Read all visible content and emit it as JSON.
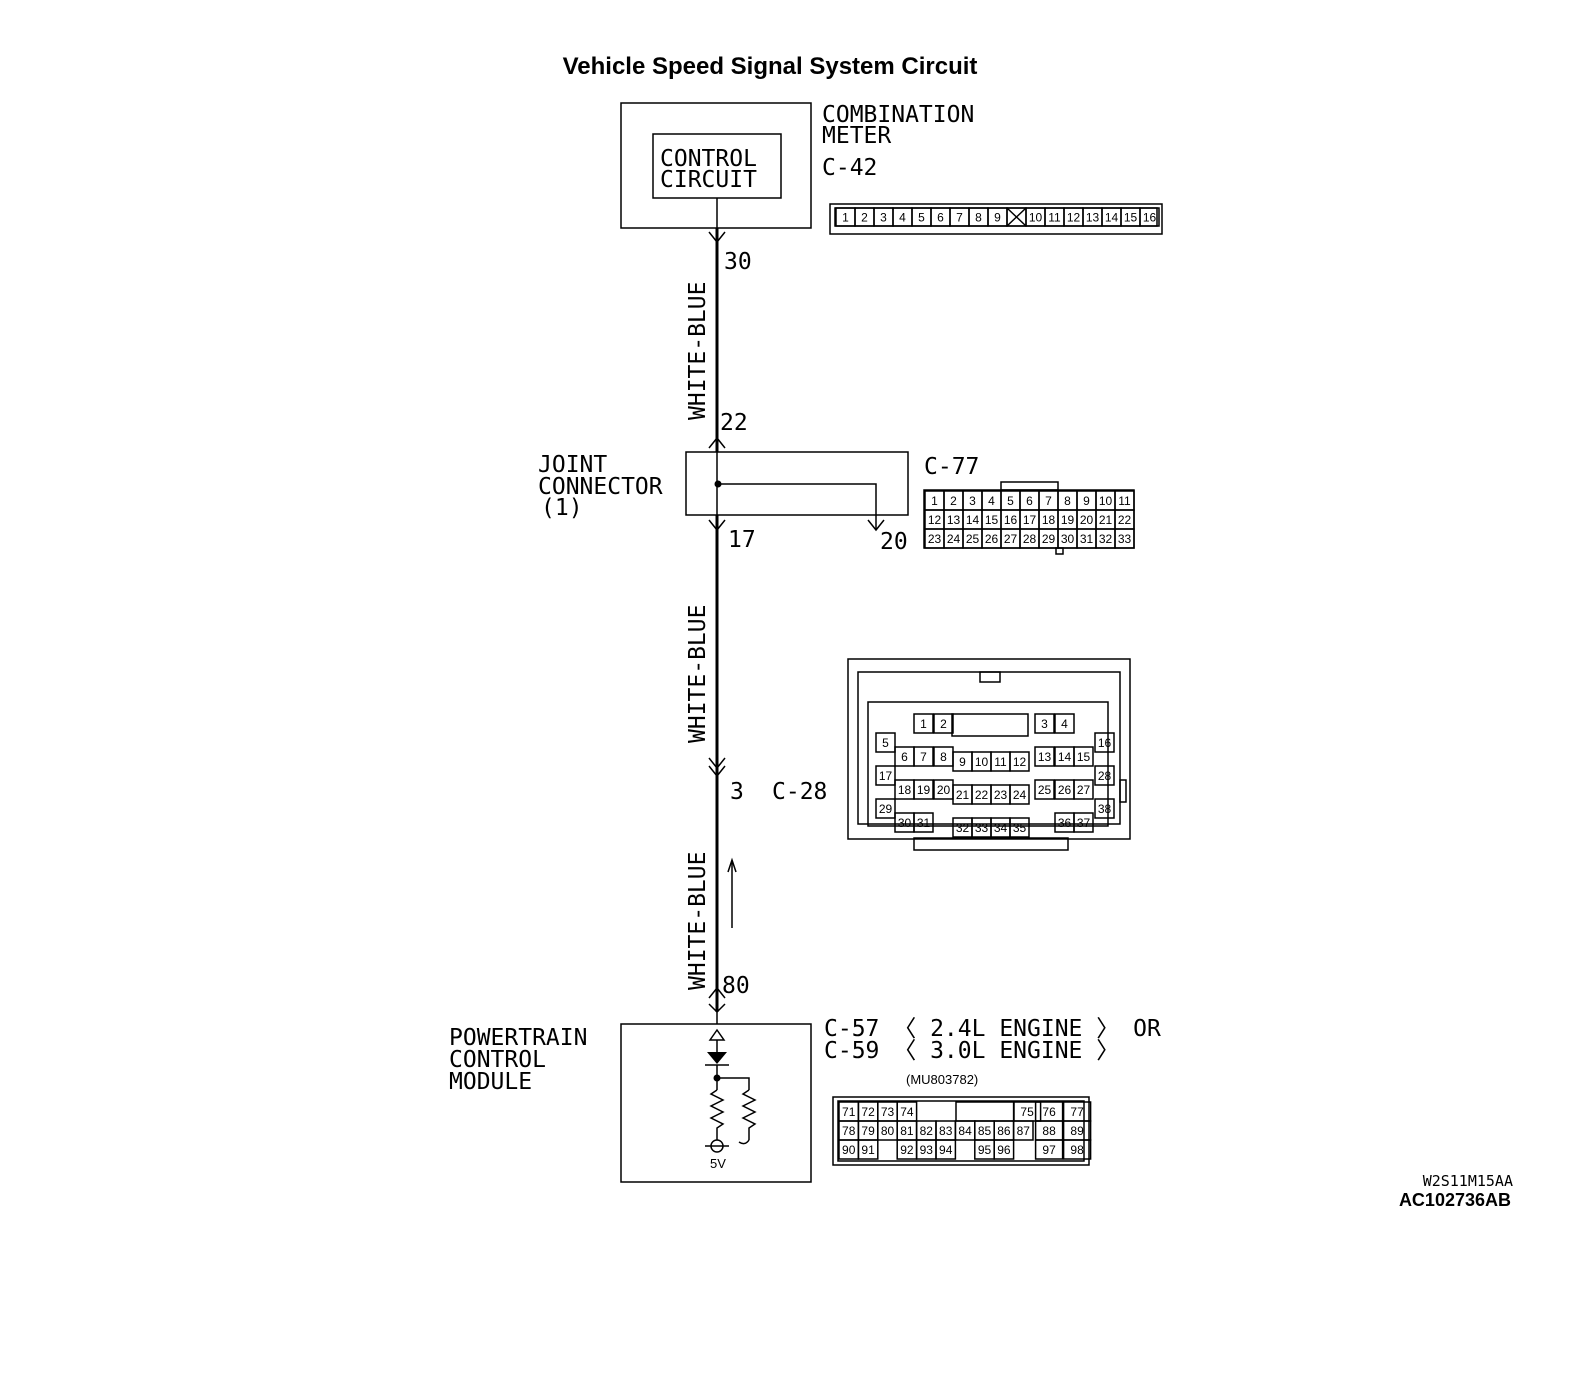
{
  "title": "Vehicle Speed Signal System Circuit",
  "combination_meter": {
    "name_line1": "COMBINATION",
    "name_line2": "METER",
    "connector": "C-42",
    "inner_line1": "CONTROL",
    "inner_line2": "CIRCUIT",
    "pins": [
      "1",
      "2",
      "3",
      "4",
      "5",
      "6",
      "7",
      "8",
      "9",
      "10",
      "11",
      "12",
      "13",
      "14",
      "15",
      "16"
    ]
  },
  "joint_connector": {
    "name_line1": "JOINT",
    "name_line2": "CONNECTOR",
    "name_line3": "(1)",
    "connector": "C-77",
    "pins_row1": [
      "1",
      "2",
      "3",
      "4",
      "5",
      "6",
      "7",
      "8",
      "9",
      "10",
      "11"
    ],
    "pins_row2": [
      "12",
      "13",
      "14",
      "15",
      "16",
      "17",
      "18",
      "19",
      "20",
      "21",
      "22"
    ],
    "pins_row3": [
      "23",
      "24",
      "25",
      "26",
      "27",
      "28",
      "29",
      "30",
      "31",
      "32",
      "33"
    ]
  },
  "wires": {
    "seg1_color": "WHITE-BLUE",
    "seg2_color": "WHITE-BLUE",
    "seg3_color": "WHITE-BLUE"
  },
  "terminals": {
    "meter_pin": "30",
    "joint_in": "22",
    "joint_out": "17",
    "joint_other": "20",
    "c28_pin": "3",
    "pcm_pin": "80"
  },
  "c28": {
    "connector": "C-28",
    "pins": [
      "1",
      "2",
      "3",
      "4",
      "5",
      "6",
      "7",
      "8",
      "9",
      "10",
      "11",
      "12",
      "13",
      "14",
      "15",
      "16",
      "17",
      "18",
      "19",
      "20",
      "21",
      "22",
      "23",
      "24",
      "25",
      "26",
      "27",
      "28",
      "29",
      "30",
      "31",
      "32",
      "33",
      "34",
      "35",
      "36",
      "37",
      "38"
    ]
  },
  "pcm": {
    "name_line1": "POWERTRAIN",
    "name_line2": "CONTROL",
    "name_line3": "MODULE",
    "connector_line1": "C-57 〈 2.4L ENGINE 〉 OR",
    "connector_line2": "C-59 〈 3.0L ENGINE 〉",
    "part_no": "(MU803782)",
    "voltage": "5V",
    "pins_row1": [
      "71",
      "72",
      "73",
      "74",
      "75",
      "76",
      "77"
    ],
    "pins_row2": [
      "78",
      "79",
      "80",
      "81",
      "82",
      "83",
      "84",
      "85",
      "86",
      "87",
      "88",
      "89"
    ],
    "pins_row3": [
      "90",
      "91",
      "92",
      "93",
      "94",
      "95",
      "96",
      "97",
      "98"
    ]
  },
  "refs": {
    "ref1": "W2S11M15AA",
    "ref2": "AC102736AB"
  }
}
